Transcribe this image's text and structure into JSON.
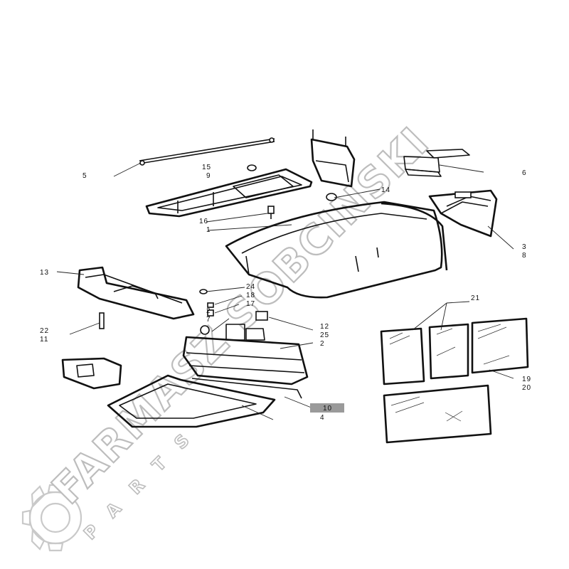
{
  "diagram": {
    "callouts": [
      {
        "id": "c5a",
        "text": "5"
      },
      {
        "id": "c15",
        "text": "15"
      },
      {
        "id": "c9",
        "text": "9"
      },
      {
        "id": "c16",
        "text": "16"
      },
      {
        "id": "c1",
        "text": "1"
      },
      {
        "id": "c6",
        "text": "6"
      },
      {
        "id": "c14",
        "text": "14"
      },
      {
        "id": "c3",
        "text": "3"
      },
      {
        "id": "c8",
        "text": "8"
      },
      {
        "id": "c13",
        "text": "13"
      },
      {
        "id": "c24",
        "text": "24"
      },
      {
        "id": "c18",
        "text": "18"
      },
      {
        "id": "c17",
        "text": "17"
      },
      {
        "id": "c2a",
        "text": "2"
      },
      {
        "id": "c7",
        "text": "7"
      },
      {
        "id": "c22",
        "text": "22"
      },
      {
        "id": "c11",
        "text": "11"
      },
      {
        "id": "c12",
        "text": "12"
      },
      {
        "id": "c25",
        "text": "25"
      },
      {
        "id": "c2b",
        "text": "2"
      },
      {
        "id": "c21",
        "text": "21"
      },
      {
        "id": "c19",
        "text": "19"
      },
      {
        "id": "c20",
        "text": "20"
      },
      {
        "id": "c10",
        "text": "10"
      },
      {
        "id": "c4",
        "text": "4"
      }
    ],
    "highlighted_callout": "10",
    "highlight_color": "#9a9a9a"
  },
  "watermark": {
    "brand": "FARMASZ SOBCINSKI",
    "sub": "PARTS"
  }
}
